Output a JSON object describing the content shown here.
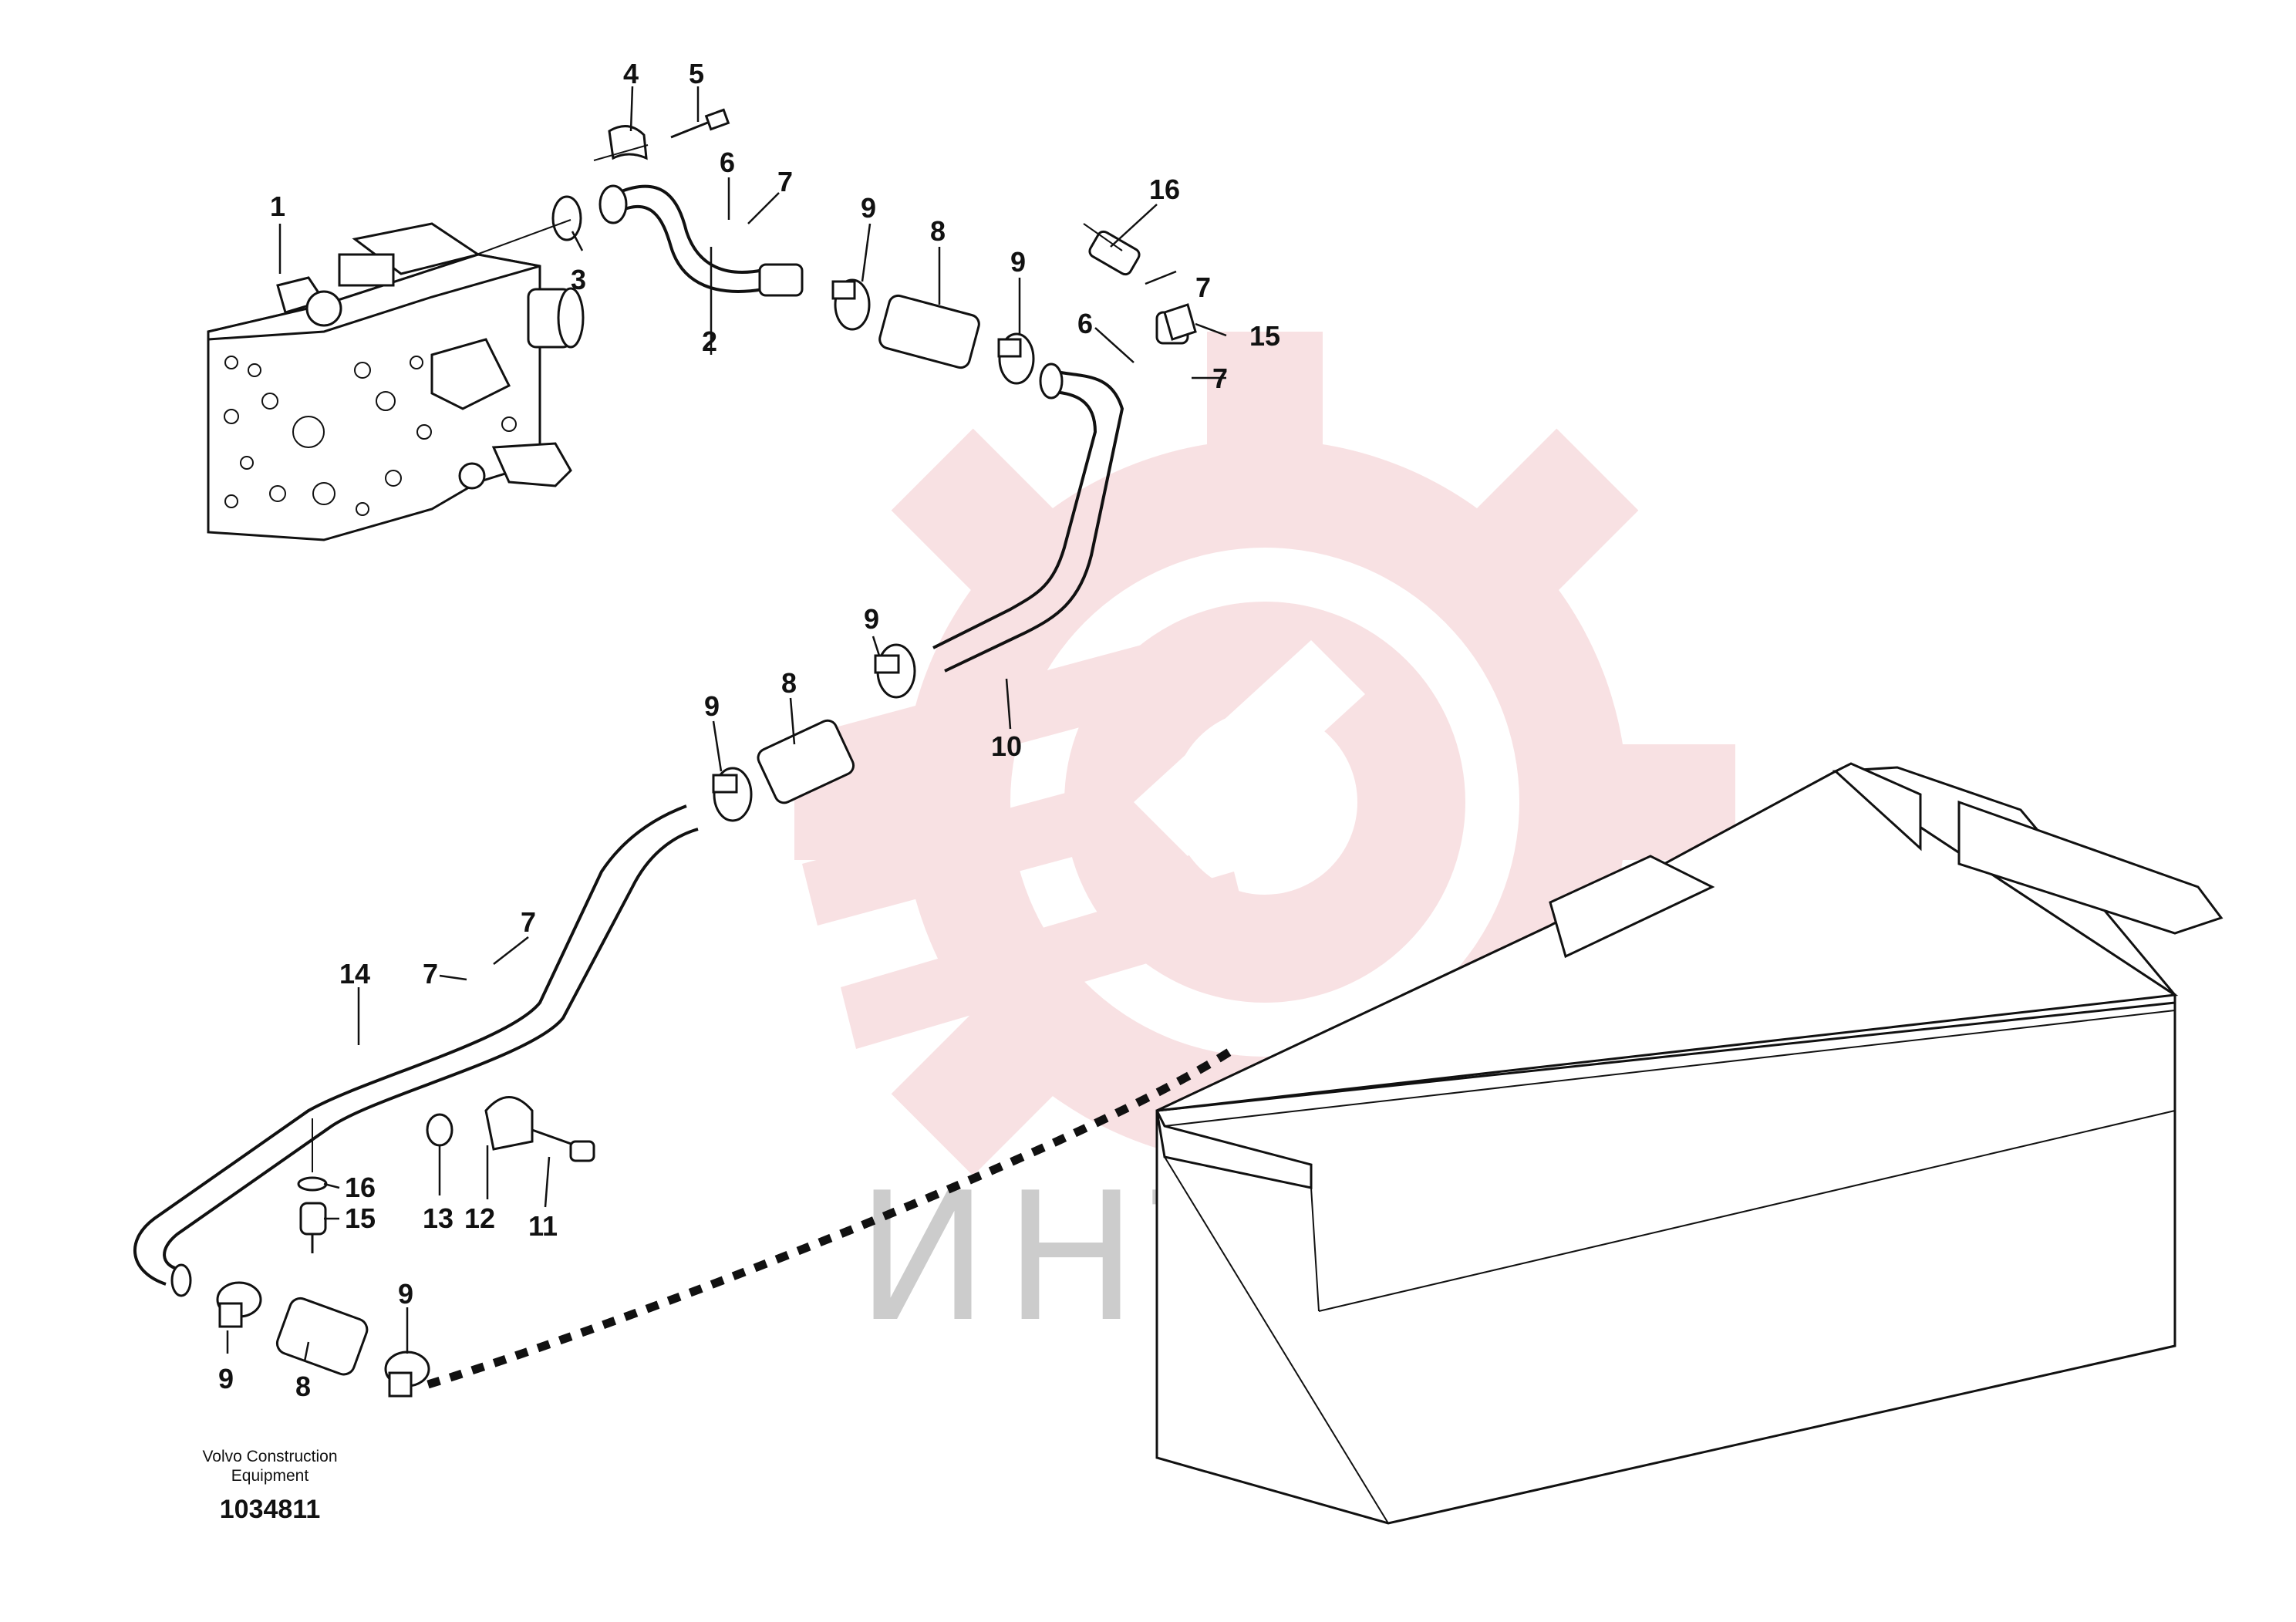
{
  "caption": {
    "company_line1": "Volvo Construction",
    "company_line2": "Equipment",
    "drawing_number": "1034811"
  },
  "watermark": {
    "text": "ИНТЕХ",
    "gear_color": "#f3c9cc",
    "text_color": "#cccccc"
  },
  "callouts": {
    "c1": "1",
    "c2": "2",
    "c3": "3",
    "c4": "4",
    "c5": "5",
    "c6a": "6",
    "c7a": "7",
    "c9a": "9",
    "c8a": "8",
    "c9b": "9",
    "c16a": "16",
    "c7b": "7",
    "c15a": "15",
    "c6b": "6",
    "c7c": "7",
    "c9c": "9",
    "c9d": "9",
    "c8b": "8",
    "c10": "10",
    "c14": "14",
    "c7d": "7",
    "c7e": "7",
    "c16b": "16",
    "c15b": "15",
    "c13": "13",
    "c12": "12",
    "c11": "11",
    "c9e": "9",
    "c8c": "8",
    "c9f": "9"
  }
}
